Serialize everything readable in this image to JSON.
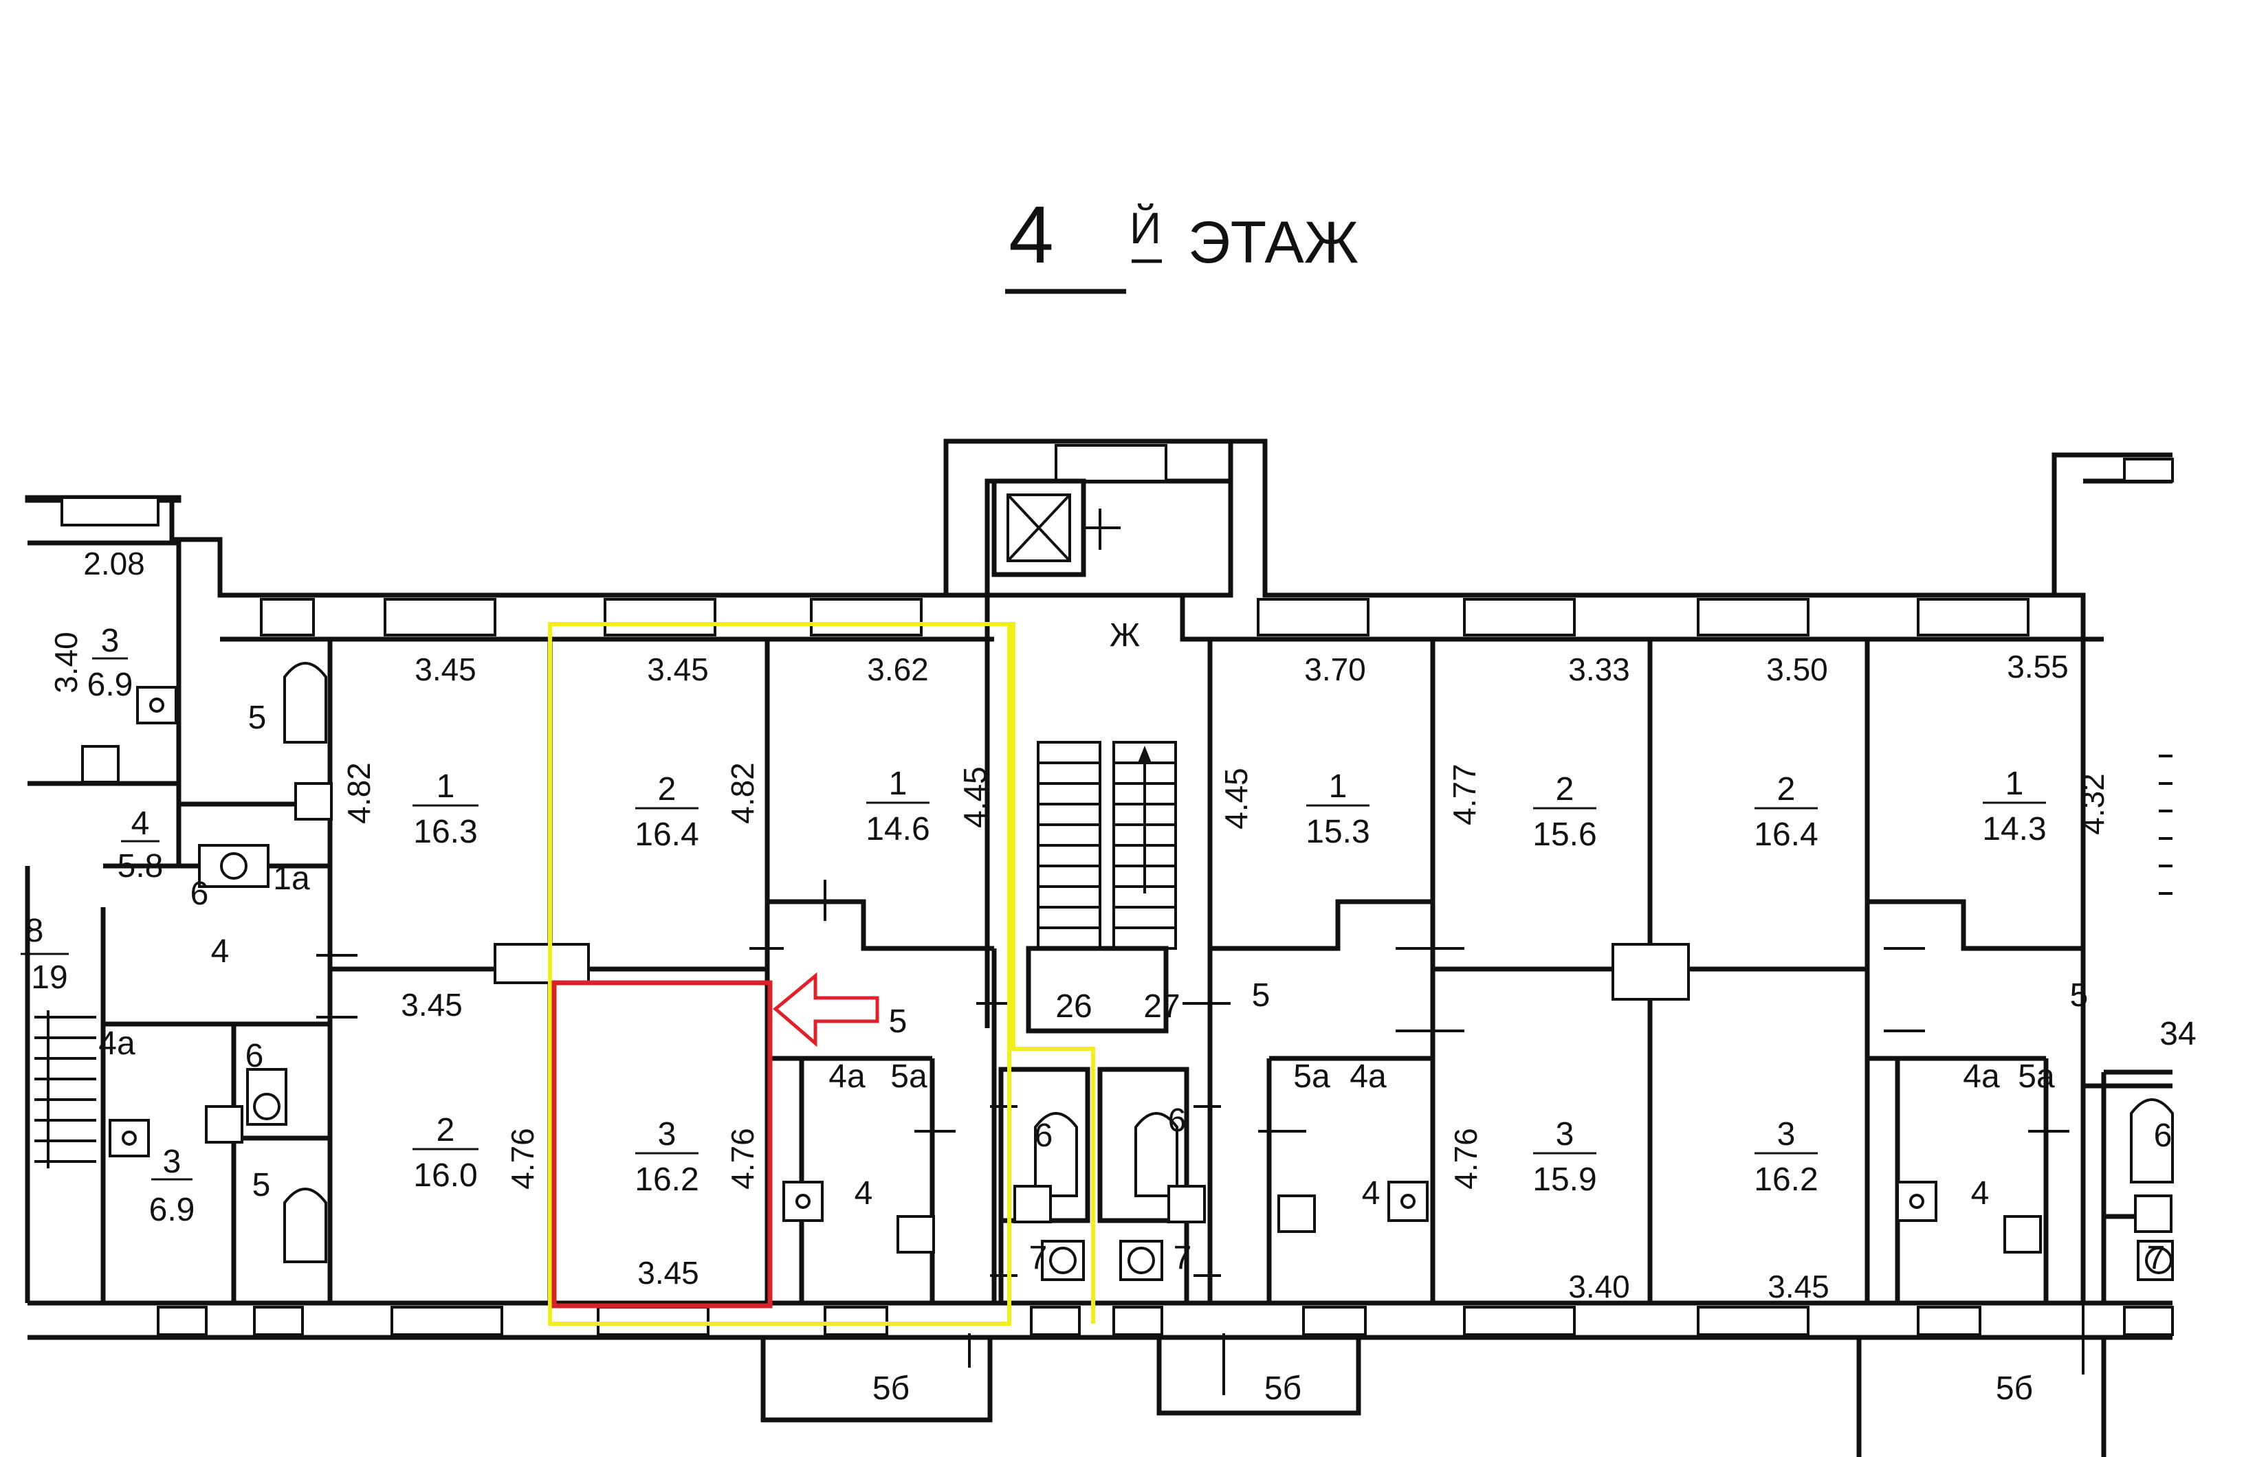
{
  "title": {
    "number": "4",
    "suffix": "Й",
    "word": "ЭТАЖ"
  },
  "highlight": {
    "apartment_color": "#f2ee1a",
    "room_color": "#d9232a",
    "arrow_color": "#e0202a"
  },
  "rooms": [
    {
      "id": "l-3",
      "num": "3",
      "area": "6.9"
    },
    {
      "id": "l-5",
      "num": "5"
    },
    {
      "id": "l-4a",
      "num": "4",
      "area": "5.8"
    },
    {
      "id": "l-6a",
      "num": "6"
    },
    {
      "id": "l-1a",
      "num": "1a"
    },
    {
      "id": "l-8",
      "num": "8"
    },
    {
      "id": "l-19",
      "num": "19"
    },
    {
      "id": "l-4",
      "num": "4"
    },
    {
      "id": "l-4small",
      "num": "4a"
    },
    {
      "id": "l-6",
      "num": "6"
    },
    {
      "id": "l-3b",
      "num": "3",
      "area": "6.9"
    },
    {
      "id": "l-5b",
      "num": "5"
    },
    {
      "id": "a1-1",
      "num": "1",
      "area": "16.3"
    },
    {
      "id": "a1-2",
      "num": "2",
      "area": "16.0"
    },
    {
      "id": "a2-2",
      "num": "2",
      "area": "16.4"
    },
    {
      "id": "a2-3",
      "num": "3",
      "area": "16.2"
    },
    {
      "id": "a3-1",
      "num": "1",
      "area": "14.6"
    },
    {
      "id": "a3-5",
      "num": "5"
    },
    {
      "id": "a3-4",
      "num": "4"
    },
    {
      "id": "a3-4a",
      "num": "4a"
    },
    {
      "id": "a3-5a",
      "num": "5a"
    },
    {
      "id": "a3-6",
      "num": "6"
    },
    {
      "id": "a3-7",
      "num": "7"
    },
    {
      "id": "st-zh",
      "num": "Ж"
    },
    {
      "id": "st-26",
      "num": "26"
    },
    {
      "id": "st-27",
      "num": "27"
    },
    {
      "id": "b1-6",
      "num": "6"
    },
    {
      "id": "b1-7",
      "num": "7"
    },
    {
      "id": "b1-5",
      "num": "5"
    },
    {
      "id": "b1-1",
      "num": "1",
      "area": "15.3"
    },
    {
      "id": "b1-2",
      "num": "2",
      "area": "15.6"
    },
    {
      "id": "b1-5a",
      "num": "5a"
    },
    {
      "id": "b1-4a",
      "num": "4a"
    },
    {
      "id": "b1-4",
      "num": "4"
    },
    {
      "id": "b1-3",
      "num": "3",
      "area": "15.9"
    },
    {
      "id": "b2-2",
      "num": "2",
      "area": "16.4"
    },
    {
      "id": "b2-3",
      "num": "3",
      "area": "16.2"
    },
    {
      "id": "b2-1",
      "num": "1",
      "area": "14.3"
    },
    {
      "id": "b2-5",
      "num": "5"
    },
    {
      "id": "b2-4a",
      "num": "4a"
    },
    {
      "id": "b2-5a",
      "num": "5a"
    },
    {
      "id": "b2-4",
      "num": "4"
    },
    {
      "id": "r-6",
      "num": "6"
    },
    {
      "id": "r-7",
      "num": "7"
    },
    {
      "id": "r-34",
      "num": "34"
    },
    {
      "id": "bal-1",
      "num": "5б"
    },
    {
      "id": "bal-2",
      "num": "5б"
    },
    {
      "id": "bal-3",
      "num": "5б"
    }
  ],
  "dims": [
    "2.08",
    "3.40",
    "3.45",
    "4.82",
    "3.45",
    "4.82",
    "3.62",
    "4.45",
    "3.45",
    "4.76",
    "4.76",
    "3.45",
    "3.70",
    "4.45",
    "3.33",
    "4.77",
    "3.50",
    "3.55",
    "4.32",
    "4.76",
    "3.40",
    "3.45"
  ]
}
